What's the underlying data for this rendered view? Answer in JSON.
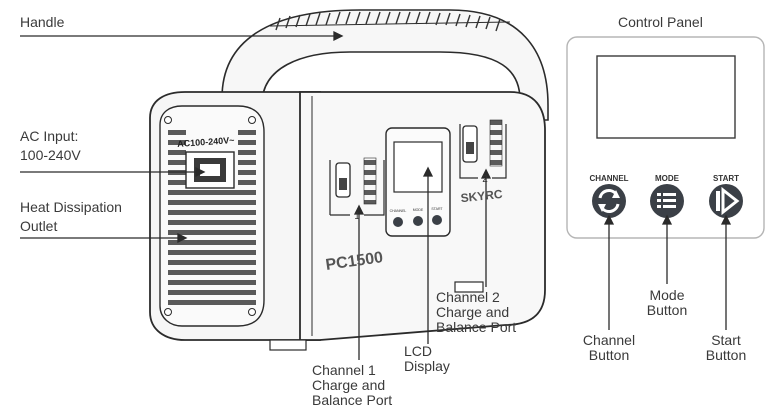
{
  "labels": {
    "handle": "Handle",
    "ac_input_1": "AC Input:",
    "ac_input_2": "100-240V",
    "heat_1": "Heat Dissipation",
    "heat_2": "Outlet",
    "control_panel": "Control Panel",
    "channel2_1": "Channel 2",
    "channel2_2": "Charge and",
    "channel2_3": "Balance Port",
    "lcd_1": "LCD",
    "lcd_2": "Display",
    "channel1_1": "Channel 1",
    "channel1_2": "Charge and",
    "channel1_3": "Balance Port",
    "channel_btn_1": "Channel",
    "channel_btn_2": "Button",
    "mode_btn_1": "Mode",
    "mode_btn_2": "Button",
    "start_btn_1": "Start",
    "start_btn_2": "Button"
  },
  "device": {
    "ac_marking": "AC100-240V~",
    "model": "PC1500",
    "brand": "SKYRC",
    "port1_number": "1",
    "port2_number": "2",
    "mini_channel": "CHANNEL",
    "mini_mode": "MODE",
    "mini_start": "START"
  },
  "panel": {
    "channel": "CHANNEL",
    "mode": "MODE",
    "start": "START"
  },
  "colors": {
    "line": "#2b2b2b",
    "text": "#3a3a3a",
    "button": "#3b4047",
    "device_fill": "#f6f6f6"
  }
}
